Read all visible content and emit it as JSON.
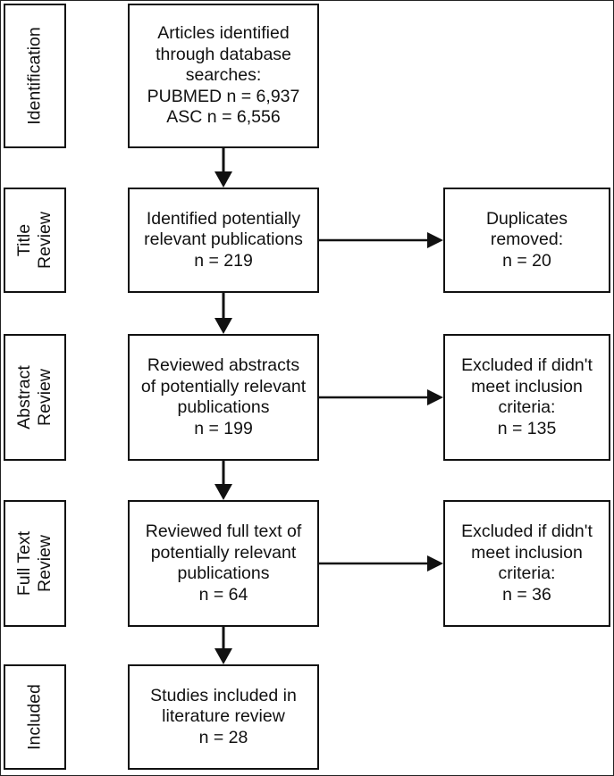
{
  "stages": {
    "identification": [
      "Identification"
    ],
    "title_review": [
      "Title",
      "Review"
    ],
    "abstract_review": [
      "Abstract",
      "Review"
    ],
    "full_text_review": [
      "Full Text",
      "Review"
    ],
    "included": [
      "Included"
    ]
  },
  "main_boxes": {
    "identified": [
      "Articles identified",
      "through database",
      "searches:",
      "PUBMED n = 6,937",
      "ASC n = 6,556"
    ],
    "potentially_relevant": [
      "Identified potentially",
      "relevant publications",
      "n = 219"
    ],
    "abstracts_reviewed": [
      "Reviewed abstracts",
      "of potentially relevant",
      "publications",
      "n = 199"
    ],
    "full_text_reviewed": [
      "Reviewed full text of",
      "potentially relevant",
      "publications",
      "n = 64"
    ],
    "included": [
      "Studies included in",
      "literature review",
      "n = 28"
    ]
  },
  "side_boxes": {
    "duplicates": [
      "Duplicates",
      "removed:",
      "n = 20"
    ],
    "excluded_abstract": [
      "Excluded if didn't",
      "meet inclusion",
      "criteria:",
      "n = 135"
    ],
    "excluded_full_text": [
      "Excluded if didn't",
      "meet inclusion",
      "criteria:",
      "n = 36"
    ]
  }
}
